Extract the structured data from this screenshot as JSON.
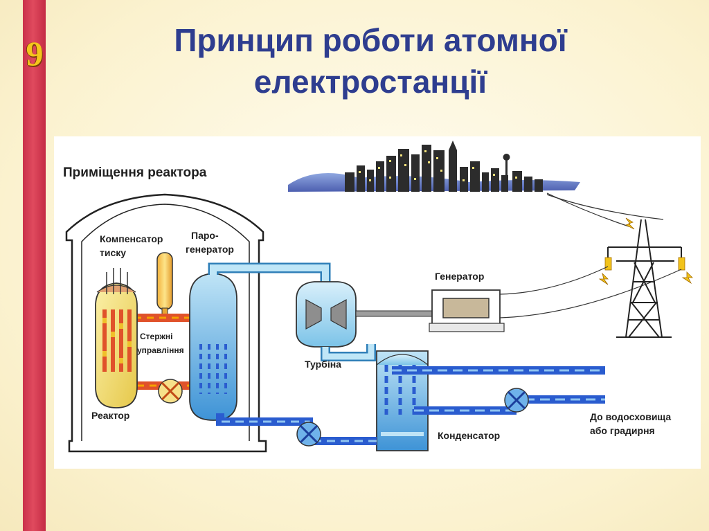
{
  "slide": {
    "number": "9",
    "title_line1": "Принцип роботи атомної",
    "title_line2": "електростанції"
  },
  "diagram": {
    "heading": "Приміщення реактора",
    "labels": {
      "pressurizer_1": "Компенсатор",
      "pressurizer_2": "тиску",
      "steam_gen_1": "Паро-",
      "steam_gen_2": "генератор",
      "control_rods_1": "Стержні",
      "control_rods_2": "управління",
      "reactor": "Реактор",
      "turbine": "Турбіна",
      "generator": "Генератор",
      "condenser": "Конденсатор",
      "reservoir_1": "До водосховища",
      "reservoir_2": "або градирня"
    },
    "colors": {
      "title": "#2e3d8f",
      "stripe": "#d63a50",
      "hot_loop": "#e0522a",
      "cold_loop": "#2a5ccf",
      "steam_pipe": "#9fd0ee",
      "reactor_vessel": "#f4e070"
    }
  }
}
